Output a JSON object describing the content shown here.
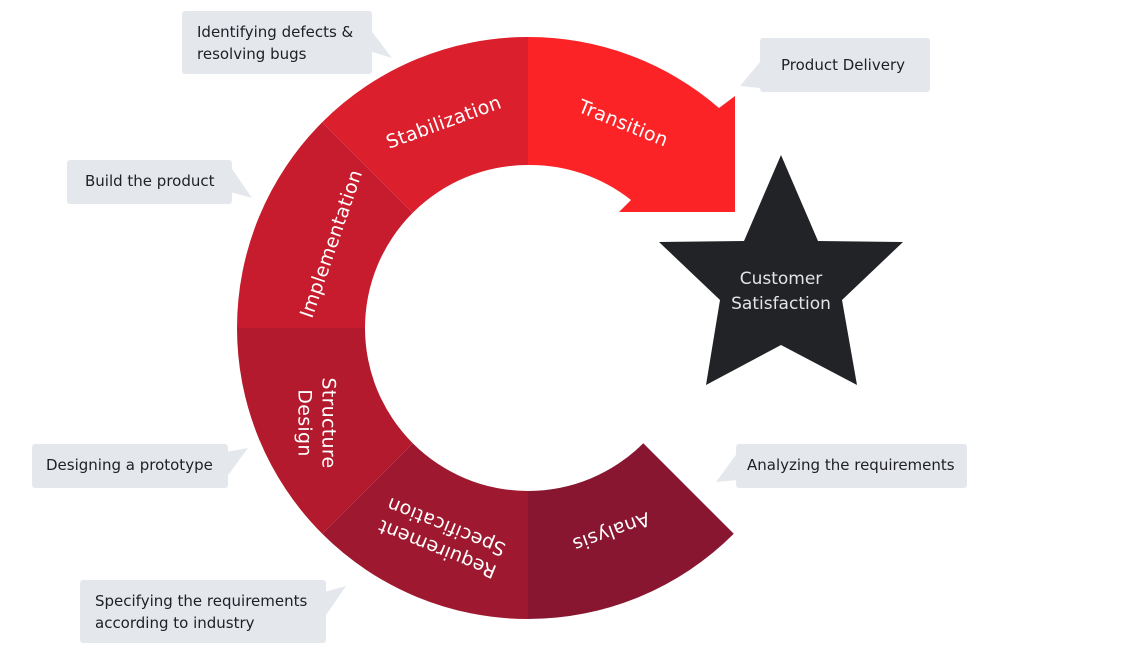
{
  "segments": [
    {
      "id": "transition",
      "label": "Transition",
      "color": "#fb2326"
    },
    {
      "id": "stabilization",
      "label": "Stabilization",
      "color": "#dc1f2c"
    },
    {
      "id": "implementation",
      "label": "Implementation",
      "color": "#c71c2d"
    },
    {
      "id": "structure-design",
      "label_lines": [
        "Structure",
        "Design"
      ],
      "color": "#b31a2d"
    },
    {
      "id": "requirement-specification",
      "label_lines": [
        "Requirement",
        "Specification"
      ],
      "color": "#9e192f"
    },
    {
      "id": "analysis",
      "label": "Analysis",
      "color": "#881631"
    }
  ],
  "star": {
    "label_lines": [
      "Customer",
      "Satisfaction"
    ],
    "color": "#222326"
  },
  "callouts": {
    "product_delivery": "Product Delivery",
    "defects": [
      "Identifying defects &",
      "resolving bugs"
    ],
    "build": "Build the product",
    "prototype": "Designing a prototype",
    "specifying": [
      "Specifying the requirements",
      "according to industry"
    ],
    "analyzing": "Analyzing the requirements"
  },
  "callout_color": "#e4e8ed"
}
